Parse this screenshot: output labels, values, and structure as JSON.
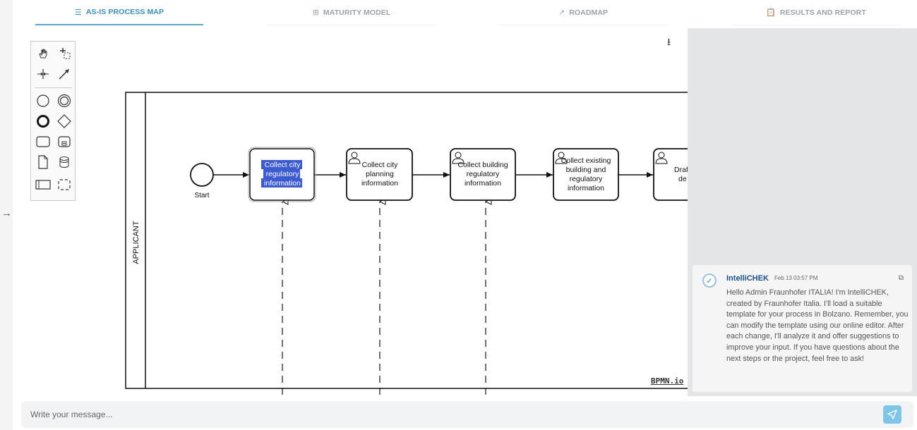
{
  "tabs": [
    {
      "label": "AS-IS PROCESS MAP",
      "icon": "list-icon",
      "active": true
    },
    {
      "label": "MATURITY MODEL",
      "icon": "grid-icon",
      "active": false
    },
    {
      "label": "ROADMAP",
      "icon": "trend-icon",
      "active": false
    },
    {
      "label": "RESULTS AND REPORT",
      "icon": "clipboard-icon",
      "active": false
    }
  ],
  "diagram": {
    "lane_label": "APPLICANT",
    "start_label": "Start",
    "tasks": [
      {
        "lines": [
          "Collect city",
          "regulatory",
          "information"
        ]
      },
      {
        "lines": [
          "Collect city",
          "planning",
          "information"
        ]
      },
      {
        "lines": [
          "Collect building",
          "regulatory",
          "information"
        ]
      },
      {
        "lines": [
          "Collect existing",
          "building and",
          "regulatory",
          "information"
        ]
      },
      {
        "lines": [
          "Draft",
          "de"
        ]
      }
    ],
    "logo": "BPMN.io"
  },
  "chat": {
    "sender": "IntelliCHEK",
    "timestamp": "Feb 13 03:57 PM",
    "message": "Hello Admin Fraunhofer ITALIA! I'm IntelliCHEK, created by Fraunhofer Italia. I'll load a suitable template for your process in Bolzano. Remember, you can modify the template using our online editor. After each change, I'll analyze it and offer suggestions to improve your input. If you have questions about the next steps or the project, feel free to ask!"
  },
  "input": {
    "placeholder": "Write your message..."
  },
  "colors": {
    "accent": "#3a8fb7",
    "send": "#7fc5e8",
    "selection": "#3c5bd0"
  }
}
